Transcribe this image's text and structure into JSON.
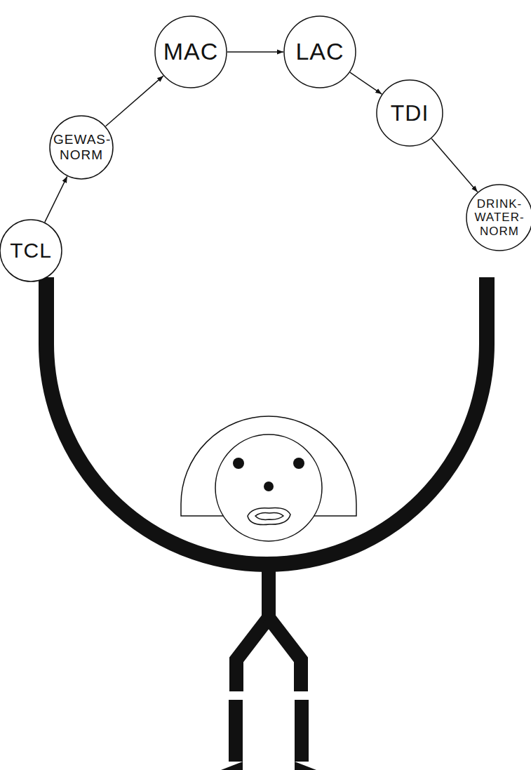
{
  "diagram": {
    "nodes": [
      {
        "text": [
          "TCL"
        ]
      },
      {
        "text": [
          "GEWAS- NORM"
        ]
      },
      {
        "text": [
          "MAC"
        ]
      },
      {
        "text": [
          "LAC"
        ]
      },
      {
        "text": [
          "TDI"
        ]
      },
      {
        "text": [
          "DRINK- WATER- NORM"
        ]
      }
    ],
    "edges": [
      {
        "from": 0,
        "to": 1,
        "arrow": "to"
      },
      {
        "from": 1,
        "to": 2,
        "arrow": "to"
      },
      {
        "from": 2,
        "to": 3,
        "arrow": "to"
      },
      {
        "from": 3,
        "to": 4,
        "arrow": "to"
      },
      {
        "from": 4,
        "to": 5,
        "arrow": "to"
      }
    ]
  }
}
